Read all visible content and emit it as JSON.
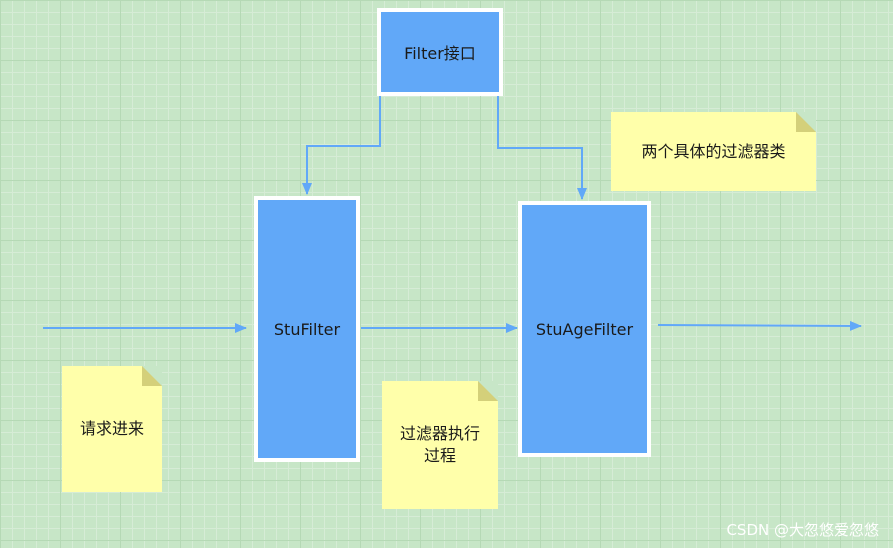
{
  "boxes": {
    "filter_interface": "Filter接口",
    "stu_filter": "StuFilter",
    "stu_age_filter": "StuAgeFilter"
  },
  "notes": {
    "two_filters": "两个具体的过滤器类",
    "request_in": "请求进来",
    "filter_process": "过滤器执行\n过程"
  },
  "watermark": "CSDN @大忽悠爱忽悠",
  "colors": {
    "box_fill": "#61a8f8",
    "box_border": "#ffffff",
    "arrow": "#61a8f8",
    "note_fill": "#ffffaa",
    "background": "#c7e6c7"
  }
}
